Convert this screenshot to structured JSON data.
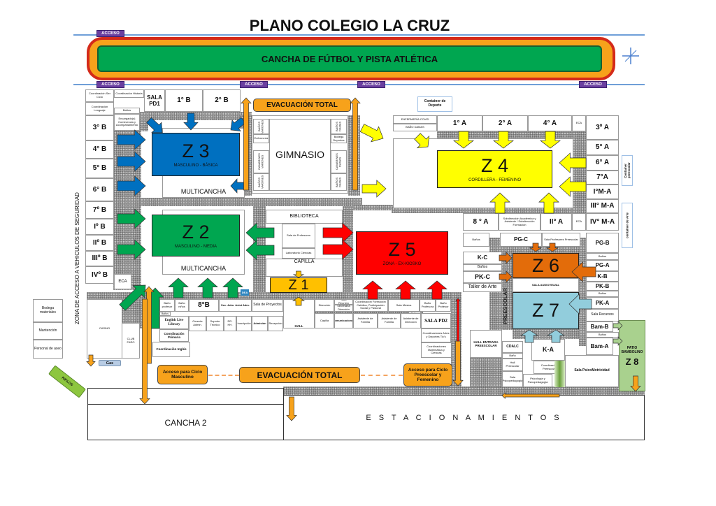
{
  "title": "PLANO COLEGIO LA CRUZ",
  "access_label": "ACCESO",
  "field": "CANCHA DE FÚTBOL Y PISTA ATLÉTICA",
  "evacuation": "EVACUACIÓN TOTAL",
  "access_male": "Acceso para Ciclo Masculino",
  "access_pre_fem": "Acceso para Ciclo Preescolar y Femenino",
  "security_zone": "ZONA DE ACCESO A VEHICULOS DE SEGURIDAD",
  "preescolar": "PREESCOLAR",
  "parking": "E S T A C I O N A M I E N T O S",
  "cancha2": "CANCHA 2",
  "multicancha": "MULTICANCHA",
  "colors": {
    "z1": "#ffc000",
    "z2": "#00a650",
    "z3": "#0070c0",
    "z4": "#ffff00",
    "z5": "#ff0000",
    "z6": "#e36c0a",
    "z7": "#92cddc",
    "z8": "#a9d18e",
    "evac": "#f7a21b",
    "access": "#6b3fa0"
  },
  "zones": {
    "z1": {
      "code": "Z 1"
    },
    "z2": {
      "code": "Z 2",
      "name": "MASCULINO - MEDIA"
    },
    "z3": {
      "code": "Z 3",
      "name": "MASCULINO - BÁSICA"
    },
    "z4": {
      "code": "Z 4",
      "name": "CORDILLERA - FEMENINO"
    },
    "z5": {
      "code": "Z 5",
      "name": "ZONA - EX-KIOSKO"
    },
    "z6": {
      "code": "Z 6"
    },
    "z7": {
      "code": "Z 7"
    },
    "z8": {
      "code": "Z 8",
      "name": "PATIO BAMBOLINO"
    }
  },
  "rooms": {
    "coord_ciclo": "Coordinación Ser Ciclo",
    "coord_historia": "Coordinación Historia",
    "coord_lenguaje": "Coordinación Lenguaje",
    "banos_top": "Baños",
    "convivencia": "Encargado(s) Convivencia y Acompañamiento",
    "sala_pd1": "SALA PD1",
    "b1": "1° B",
    "b2": "2° B",
    "b3": "3° B",
    "b4": "4° B",
    "b5": "5° B",
    "b6": "6° B",
    "b7": "7º B",
    "bI": "Iº B",
    "bII": "IIº B",
    "bIII": "IIIº B",
    "bIV": "IVº B",
    "eca_left": "ECA",
    "gimnasio": "GIMNASIO",
    "banos_varones1": "BAÑOS VARONES",
    "enfermeria": "Enfermería",
    "camarines_varones": "CAMARINES VARONES",
    "banos_varones2": "BAÑOS VARONES",
    "banos_damas1": "BAÑOS DAMAS",
    "bodega_deportes": "Bodega Deportes",
    "camarines_damas": "CAMARINES DAMAS",
    "banos_damas2": "BAÑOS DAMAS",
    "biblioteca": "BIBLIOTECA",
    "sala_profesores": "Sala de Profesores",
    "laboratorio": "Laboratorio Ciencias",
    "capilla": "CAPILLA",
    "container_deporte": "Container de Deporte",
    "enfermeria_covid": "ENFERMERÍA COVID",
    "bano_damas": "BAÑO DAMAS",
    "a1": "1° A",
    "a2": "2° A",
    "a4": "4° A",
    "eca_a": "ECA",
    "a3": "3º A",
    "a5": "5° A",
    "a6": "6° A",
    "a7": "7°A",
    "mI": "I°M-A",
    "mIII": "III° M-A",
    "mIV": "IV° M-A",
    "a8": "8 ° A",
    "subdireccion": "Subdirección Académica y Asistente / Subdirección Formación",
    "aII": "II° A",
    "eca_a2": "ECA",
    "container_preescolar": "Container preescolar",
    "container_arte": "container de Arte",
    "banos_pre": "Baños",
    "pgc": "PG-C",
    "sala_prof_pre": "Sala Profesores Preescolar",
    "pgb": "PG-B",
    "kc": "K-C",
    "banos_kc": "Baños",
    "pkc": "PK-C",
    "taller_arte": "Taller de Arte",
    "sala_audiovisual": "SALA AUDIOVISUAL",
    "banos_r1": "Baños",
    "pga": "PG-A",
    "kb": "K-B",
    "pkb": "PK-B",
    "banos_r2": "Baños",
    "pka": "PK-A",
    "sala_recursos": "Sala Recursos",
    "bamb": "Bam-B",
    "banos_r3": "Baños",
    "bama": "Bam-A",
    "hall_pre": "HALL ENTRADA PREESCOLAR",
    "cdalc": "CDALC",
    "bano_pre": "Baño",
    "hall_preescolar": "Hall Preescolar",
    "sala_psicoped": "Sala Psicopedagogía",
    "ka": "K-A",
    "coord_pre": "Coordinación Preescolar",
    "psicologia": "Psicología y Psicopedagogía",
    "psicomotricidad": "Sala PsicoMotricidad",
    "bano_profesor": "Baño profesor",
    "bano_ninos": "Baño niños",
    "b8": "8°B",
    "sec_adm": "Sec. Adm. Asist Adm.",
    "sala_proyectos": "Sala de Proyectos",
    "direccion": "Dirección",
    "sala_reunion": "Sala Reunión",
    "secretaria_dir": "Secretaría Dirección",
    "coord_formacion": "Coordinación Formación Católica, Participación Social y Pastoral",
    "sala_musica": "Sala Música",
    "bano_profesora": "Baño Profesora",
    "bano_profesor2": "Baño Profesor",
    "banos_mid": "Baños",
    "bano_small": "Baños",
    "english_library": "English Live Library",
    "gerente": "Gerente Admin.",
    "soporte": "Soporte Técnico",
    "rrhh": "RR. HH.",
    "inscripcion": "Inscripción",
    "admision": "Admisión",
    "recepcion": "Recepción",
    "hall": "HALL",
    "capilla2": "Capilla",
    "comunicaciones": "Comunicaciones",
    "asist_familia1": "Asistente de Familia",
    "asist_familia2": "Asistente de Familia",
    "asist_direccion": "Asistente de Dirección",
    "sala_pd2": "SALA PD2",
    "coord_artes": "Coordinaciones Artes y Deportes Tic's",
    "coord_mate": "Coordinaciones Matemática y Ciencias",
    "coord_primaria": "Coordinación Primaria",
    "coord_ingles": "Coordinación Inglés",
    "casino": "CASINO",
    "club_faro": "CLUB FARO",
    "gas": "Gas",
    "kiklos": "KIKLOS",
    "bodega_materiales": "Bodega materiales",
    "mantencion": "Mantención",
    "personal_aseo": "Personal de aseo",
    "dea": "DEA"
  }
}
